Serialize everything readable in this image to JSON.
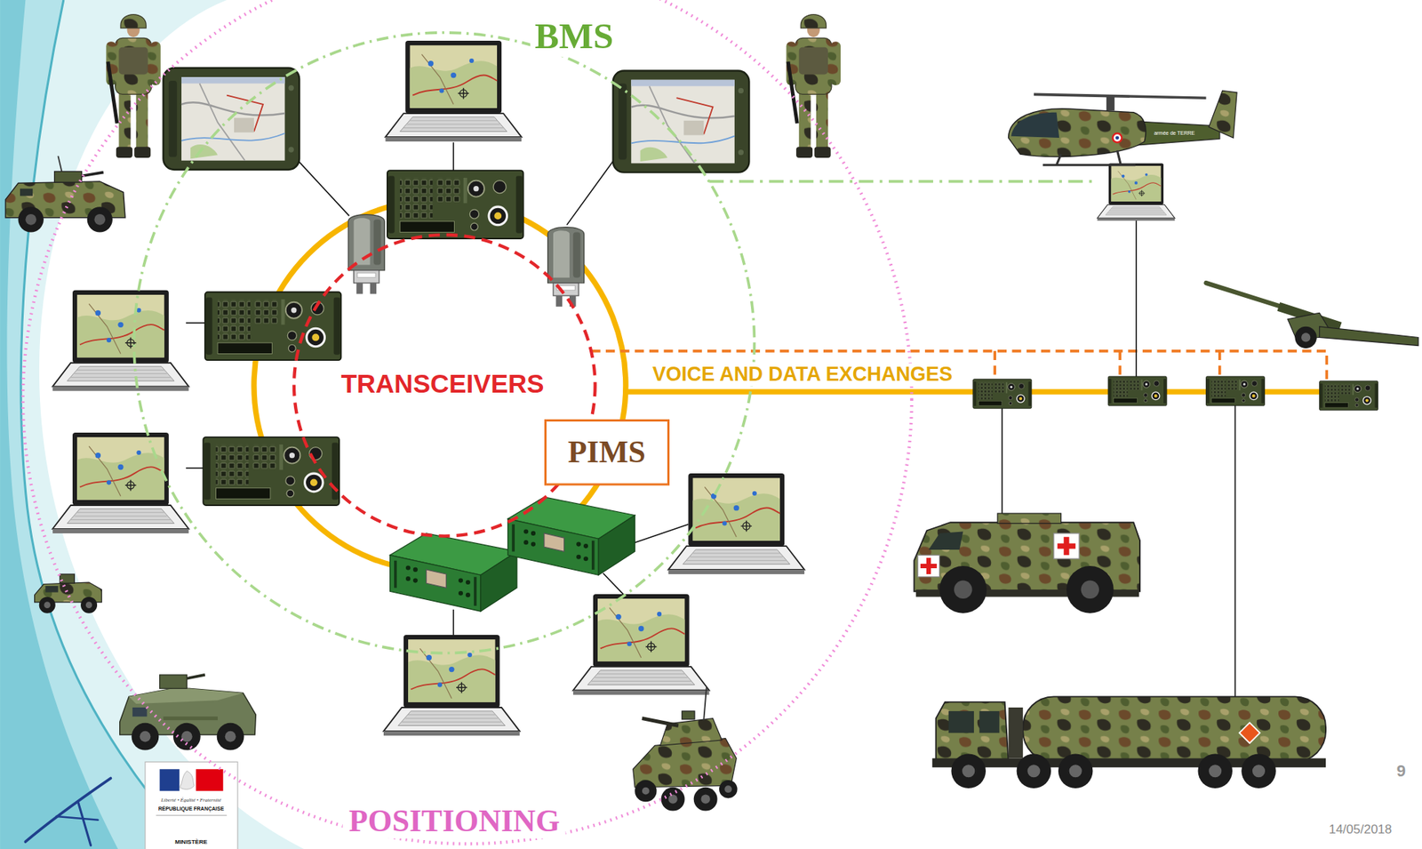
{
  "diagram": {
    "nodes": [
      {
        "text": [
          "POSITIONING"
        ]
      },
      {
        "text": [
          "BMS"
        ],
        "in": 0
      },
      {
        "text": [
          "TRANSCEIVERS"
        ],
        "in": 1
      },
      {
        "text": [
          "PIMS"
        ],
        "in": 1
      }
    ],
    "labels": [
      "armée de TERRE",
      "VOICE AND DATA EXCHANGES",
      "9",
      "Liberté • Égalité • Fraternité",
      "RÉPUBLIQUE FRANÇAISE",
      "14/05/2018",
      "MINISTÈRE"
    ]
  }
}
